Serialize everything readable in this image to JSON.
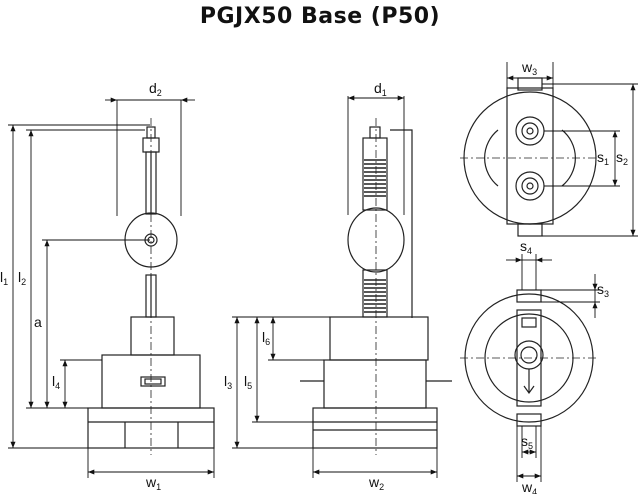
{
  "title": "PGJX50 Base (P50)",
  "labels": {
    "d1": "d",
    "d1_sub": "1",
    "d2": "d",
    "d2_sub": "2",
    "l1": "l",
    "l1_sub": "1",
    "l2": "l",
    "l2_sub": "2",
    "l3": "l",
    "l3_sub": "3",
    "l4": "l",
    "l4_sub": "4",
    "l5": "l",
    "l5_sub": "5",
    "l6": "l",
    "l6_sub": "6",
    "a": "a",
    "w1": "w",
    "w1_sub": "1",
    "w2": "w",
    "w2_sub": "2",
    "w3": "w",
    "w3_sub": "3",
    "w4": "w",
    "w4_sub": "4",
    "s1": "s",
    "s1_sub": "1",
    "s2": "s",
    "s2_sub": "2",
    "s3": "s",
    "s3_sub": "3",
    "s4": "s",
    "s4_sub": "4",
    "s5": "s",
    "s5_sub": "5"
  }
}
